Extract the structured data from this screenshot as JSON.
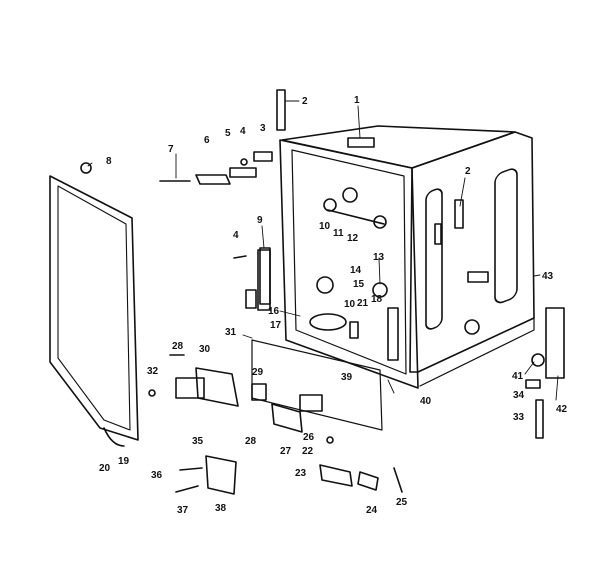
{
  "diagram": {
    "callouts": [
      {
        "id": "p1",
        "label": "1"
      },
      {
        "id": "p2a",
        "label": "2"
      },
      {
        "id": "p2b",
        "label": "2"
      },
      {
        "id": "p3",
        "label": "3"
      },
      {
        "id": "p4a",
        "label": "4"
      },
      {
        "id": "p4b",
        "label": "4"
      },
      {
        "id": "p5",
        "label": "5"
      },
      {
        "id": "p6",
        "label": "6"
      },
      {
        "id": "p7",
        "label": "7"
      },
      {
        "id": "p8",
        "label": "8"
      },
      {
        "id": "p9",
        "label": "9"
      },
      {
        "id": "p10a",
        "label": "10"
      },
      {
        "id": "p10b",
        "label": "10"
      },
      {
        "id": "p11",
        "label": "11"
      },
      {
        "id": "p12",
        "label": "12"
      },
      {
        "id": "p13",
        "label": "13"
      },
      {
        "id": "p14",
        "label": "14"
      },
      {
        "id": "p15",
        "label": "15"
      },
      {
        "id": "p16",
        "label": "16"
      },
      {
        "id": "p17",
        "label": "17"
      },
      {
        "id": "p18",
        "label": "18"
      },
      {
        "id": "p19",
        "label": "19"
      },
      {
        "id": "p20",
        "label": "20"
      },
      {
        "id": "p21",
        "label": "21"
      },
      {
        "id": "p22",
        "label": "22"
      },
      {
        "id": "p23",
        "label": "23"
      },
      {
        "id": "p24",
        "label": "24"
      },
      {
        "id": "p25",
        "label": "25"
      },
      {
        "id": "p26",
        "label": "26"
      },
      {
        "id": "p27",
        "label": "27"
      },
      {
        "id": "p28a",
        "label": "28"
      },
      {
        "id": "p28b",
        "label": "28"
      },
      {
        "id": "p29",
        "label": "29"
      },
      {
        "id": "p30",
        "label": "30"
      },
      {
        "id": "p31",
        "label": "31"
      },
      {
        "id": "p32",
        "label": "32"
      },
      {
        "id": "p33",
        "label": "33"
      },
      {
        "id": "p34",
        "label": "34"
      },
      {
        "id": "p35",
        "label": "35"
      },
      {
        "id": "p36",
        "label": "36"
      },
      {
        "id": "p37",
        "label": "37"
      },
      {
        "id": "p38",
        "label": "38"
      },
      {
        "id": "p39",
        "label": "39"
      },
      {
        "id": "p40",
        "label": "40"
      },
      {
        "id": "p41",
        "label": "41"
      },
      {
        "id": "p42",
        "label": "42"
      },
      {
        "id": "p43",
        "label": "43"
      }
    ]
  },
  "colors": {
    "ink": "#111111",
    "paper": "#ffffff"
  }
}
